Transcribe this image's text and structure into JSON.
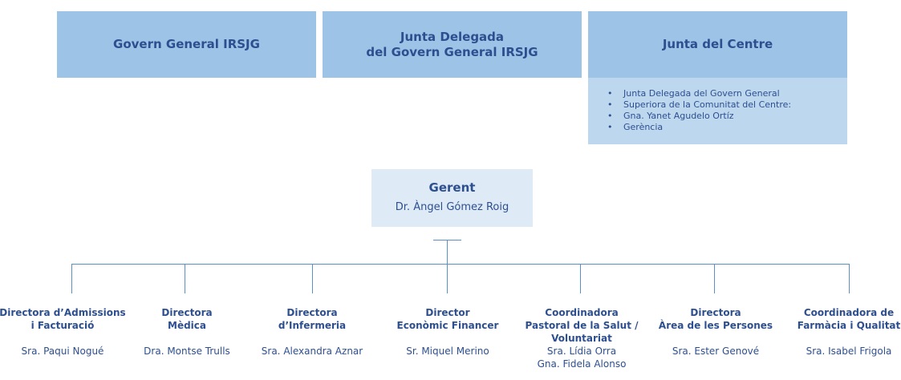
{
  "governance": {
    "govern_general": "Govern General IRSJG",
    "junta_delegada": "Junta Delegada\ndel Govern General IRSJG",
    "junta_centre": "Junta del Centre"
  },
  "junta_centre_members": [
    "Junta Delegada del Govern General",
    "Superiora de la Comunitat del Centre:",
    "Gna. Yanet Agudelo Ortíz",
    "Gerència"
  ],
  "bullet": "•",
  "gerent": {
    "title": "Gerent",
    "name": "Dr. Àngel Gómez Roig"
  },
  "directors": [
    {
      "title": "Directora d’Admissions\ni Facturació",
      "name": "Sra. Paqui Nogué"
    },
    {
      "title": "Directora\nMèdica",
      "name": "Dra. Montse Trulls"
    },
    {
      "title": "Directora\nd’Infermeria",
      "name": "Sra. Alexandra Aznar"
    },
    {
      "title": "Director\nEconòmic Financer",
      "name": "Sr. Miquel Merino"
    },
    {
      "title": "Coordinadora\nPastoral de la Salut /\nVoluntariat",
      "name": "Sra. Lídia Orra\nGna. Fidela Alonso"
    },
    {
      "title": "Directora\nÀrea de les Persones",
      "name": "Sra. Ester Genové"
    },
    {
      "title": "Coordinadora de\nFarmàcia i Qualitat",
      "name": "Sra. Isabel Frigola"
    }
  ],
  "colors": {
    "dark_box": "#9dc3e6",
    "light_box": "#bdd7ee",
    "gerent_box": "#deebf7",
    "text": "#2e4f8f",
    "line": "#5b8fc7"
  }
}
